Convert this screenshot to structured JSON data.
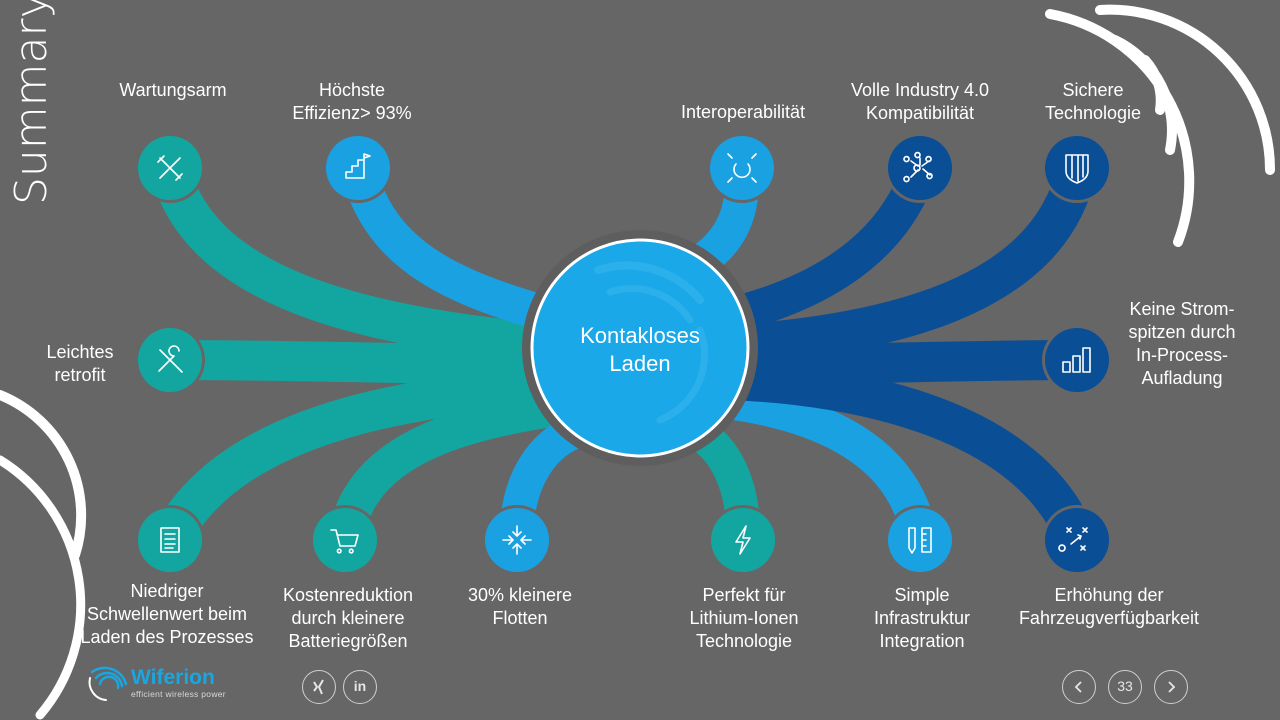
{
  "slide": {
    "title": "Summary",
    "center_label": "Kontakloses\nLaden",
    "page_number": "33"
  },
  "colors": {
    "background": "#666666",
    "teal": "#13a6a0",
    "light_blue": "#1aa1e2",
    "dark_blue": "#0a4e95",
    "center": "#1aa8e8"
  },
  "benefits": [
    {
      "id": "wartungsarm",
      "label": "Wartungsarm",
      "icon": "tools-icon",
      "color": "teal"
    },
    {
      "id": "effizienz",
      "label": "Höchste\nEffizienz> 93%",
      "icon": "stairs-flag-icon",
      "color": "light_blue"
    },
    {
      "id": "leichtes-retrofit",
      "label": "Leichtes\nretrofit",
      "icon": "wrench-screwdriver-icon",
      "color": "teal"
    },
    {
      "id": "schwellenwert",
      "label": "Niedriger\nSchwellenwert beim\nLaden des Prozesses",
      "icon": "checklist-icon",
      "color": "teal"
    },
    {
      "id": "kostenreduktion",
      "label": "Kostenreduktion\ndurch kleinere\nBatteriegrößen",
      "icon": "shopping-cart-icon",
      "color": "teal"
    },
    {
      "id": "kleinere-flotten",
      "label": "30% kleinere\nFlotten",
      "icon": "compress-arrows-icon",
      "color": "light_blue"
    },
    {
      "id": "lithium-ionen",
      "label": "Perfekt für\nLithium-Ionen\nTechnologie",
      "icon": "lightning-bolt-icon",
      "color": "teal"
    },
    {
      "id": "infrastruktur",
      "label": "Simple\nInfrastruktur\nIntegration",
      "icon": "pencil-ruler-icon",
      "color": "light_blue"
    },
    {
      "id": "fahrzeugverfuegbarkeit",
      "label": "Erhöhung der\nFahrzeugverfügbarkeit",
      "icon": "strategy-play-icon",
      "color": "dark_blue"
    },
    {
      "id": "interoperabilitaet",
      "label": "Interoperabilität",
      "icon": "puzzle-arrows-icon",
      "color": "light_blue"
    },
    {
      "id": "industry",
      "label": "Volle Industry 4.0\nKompatibilität",
      "icon": "network-nodes-icon",
      "color": "dark_blue"
    },
    {
      "id": "sichere-technologie",
      "label": "Sichere\nTechnologie",
      "icon": "shield-icon",
      "color": "dark_blue"
    },
    {
      "id": "stromspitzen",
      "label": "Keine Strom-\nspitzen durch\nIn-Process-\nAufladung",
      "icon": "bar-chart-icon",
      "color": "dark_blue"
    }
  ],
  "footer": {
    "brand_name": "Wiferion",
    "brand_tagline": "efficient wireless power",
    "social_xing": "xing-icon",
    "social_linkedin_text": "in",
    "prev_icon": "chevron-left-icon",
    "next_icon": "chevron-right-icon"
  }
}
